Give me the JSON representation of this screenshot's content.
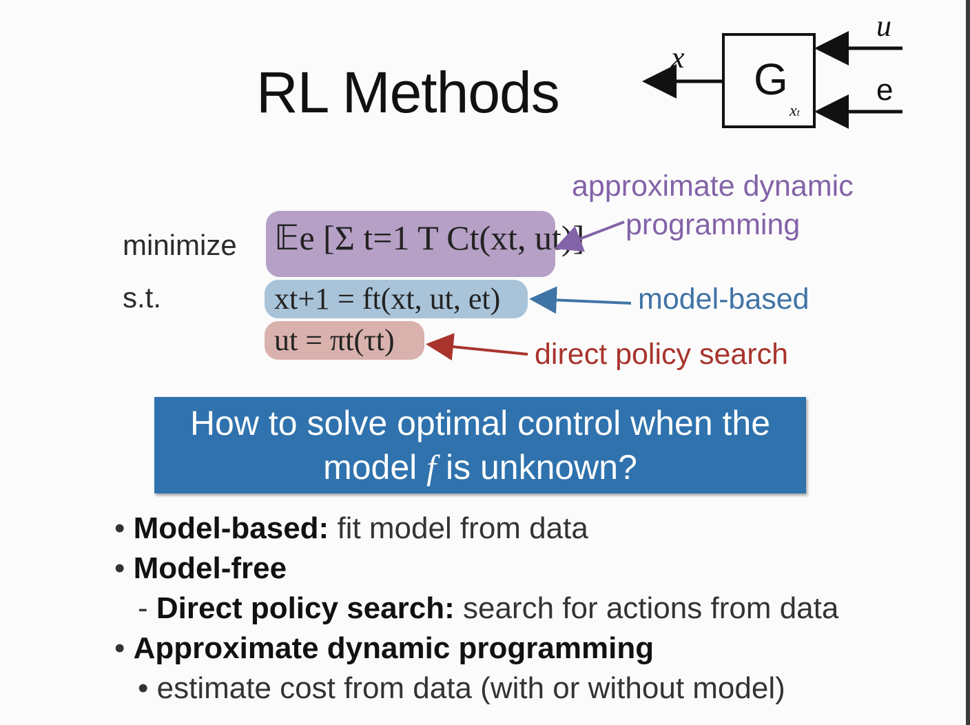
{
  "slide": {
    "title": "RL Methods"
  },
  "diagram": {
    "output_label": "x",
    "input_u_label": "u",
    "input_e_label": "e",
    "block_label": "G",
    "state_label": "x",
    "state_sub": "t"
  },
  "problem": {
    "minimize_label": "minimize",
    "st_label": "s.t.",
    "objective": "𝔼e [Σ t=1 T Ct(xt, ut)]",
    "dynamics": "xt+1 = ft(xt, ut, et)",
    "policy": "ut = πt(τt)"
  },
  "annotations": {
    "adp_line1": "approximate dynamic",
    "adp_line2": "programming",
    "model_based": "model-based",
    "direct_policy": "direct policy search"
  },
  "callout": {
    "line1": "How to solve optimal control when the",
    "line2_pre": "model ",
    "line2_var": "f",
    "line2_post": " is unknown?"
  },
  "bullets": {
    "b1_bold": "Model-based:",
    "b1_rest": " fit model from data",
    "b2_bold": "Model-free",
    "b3_bold": "Direct policy search:",
    "b3_rest": " search for actions from data",
    "b4_bold": "Approximate dynamic programming",
    "b5_rest": "estimate cost from data (with or without model)",
    "marker": "•",
    "dash": "-"
  },
  "colors": {
    "purple": "#8363a8",
    "blue": "#3f74a6",
    "red": "#a8342d",
    "callout_bg": "#2f72ad"
  }
}
